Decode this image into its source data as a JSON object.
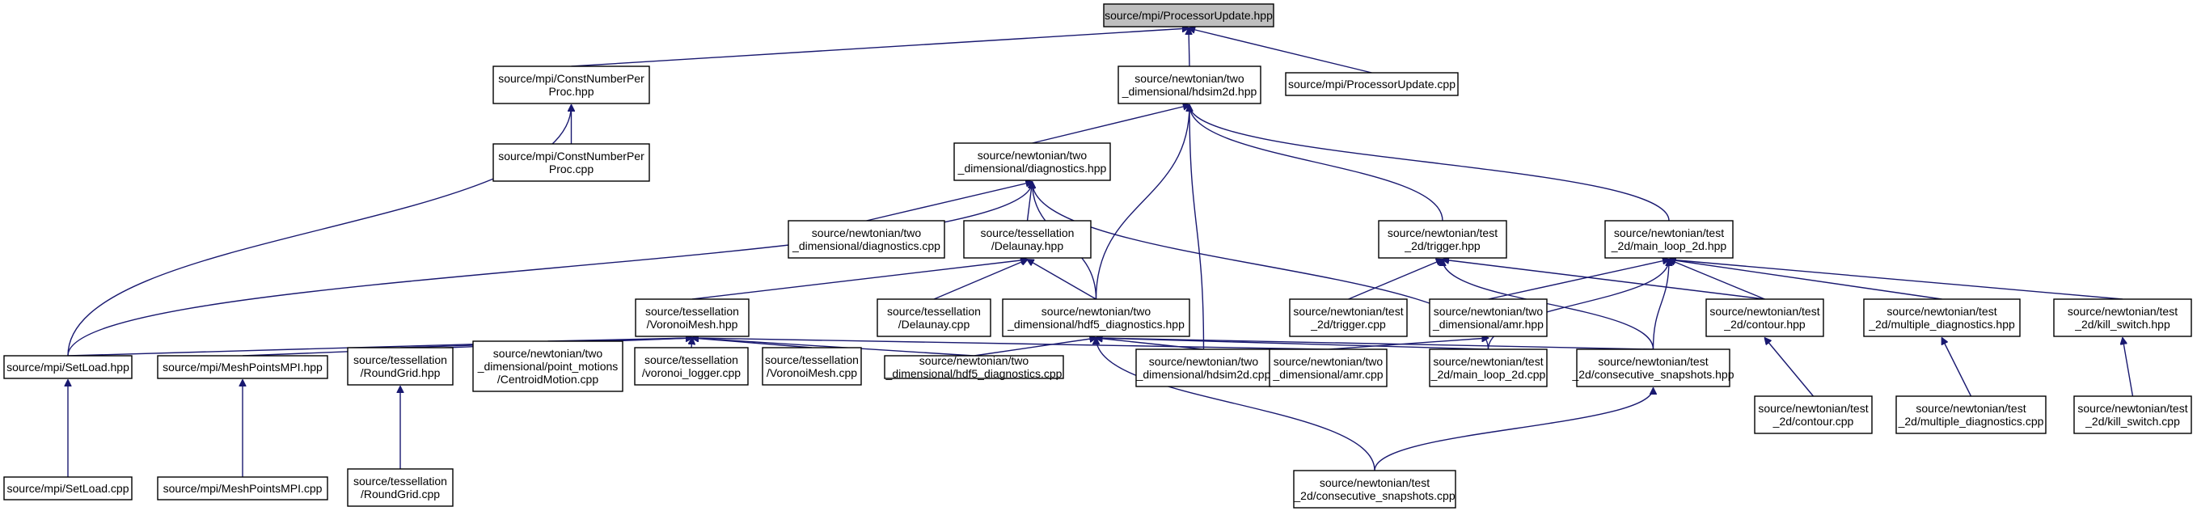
{
  "colors": {
    "edge": "#191970",
    "root_fill": "#bfbfbf",
    "node_fill": "#ffffff",
    "border": "#000000"
  },
  "nodes": {
    "n0": {
      "lines": [
        "source/mpi/ProcessorUpdate.hpp"
      ],
      "root": true
    },
    "n1": {
      "lines": [
        "source/mpi/ConstNumberPer",
        "Proc.hpp"
      ]
    },
    "n2": {
      "lines": [
        "source/newtonian/two",
        "_dimensional/hdsim2d.hpp"
      ]
    },
    "n3": {
      "lines": [
        "source/mpi/ProcessorUpdate.cpp"
      ]
    },
    "n4": {
      "lines": [
        "source/mpi/ConstNumberPer",
        "Proc.cpp"
      ]
    },
    "n5": {
      "lines": [
        "source/newtonian/two",
        "_dimensional/diagnostics.hpp"
      ]
    },
    "n6": {
      "lines": [
        "source/newtonian/two",
        "_dimensional/diagnostics.cpp"
      ]
    },
    "n7": {
      "lines": [
        "source/tessellation",
        "/Delaunay.hpp"
      ]
    },
    "n8": {
      "lines": [
        "source/newtonian/test",
        "_2d/trigger.hpp"
      ]
    },
    "n9": {
      "lines": [
        "source/newtonian/test",
        "_2d/main_loop_2d.hpp"
      ]
    },
    "n10": {
      "lines": [
        "source/tessellation",
        "/VoronoiMesh.hpp"
      ]
    },
    "n11": {
      "lines": [
        "source/tessellation",
        "/Delaunay.cpp"
      ]
    },
    "n12": {
      "lines": [
        "source/newtonian/two",
        "_dimensional/hdf5_diagnostics.hpp"
      ]
    },
    "n13": {
      "lines": [
        "source/newtonian/test",
        "_2d/trigger.cpp"
      ]
    },
    "n14": {
      "lines": [
        "source/newtonian/two",
        "_dimensional/amr.hpp"
      ]
    },
    "n15": {
      "lines": [
        "source/newtonian/test",
        "_2d/contour.hpp"
      ]
    },
    "n16": {
      "lines": [
        "source/newtonian/test",
        "_2d/multiple_diagnostics.hpp"
      ]
    },
    "n17": {
      "lines": [
        "source/newtonian/test",
        "_2d/kill_switch.hpp"
      ]
    },
    "n18": {
      "lines": [
        "source/mpi/SetLoad.hpp"
      ]
    },
    "n19": {
      "lines": [
        "source/mpi/MeshPointsMPI.hpp"
      ]
    },
    "n20": {
      "lines": [
        "source/tessellation",
        "/RoundGrid.hpp"
      ]
    },
    "n21": {
      "lines": [
        "source/newtonian/two",
        "_dimensional/point_motions",
        "/CentroidMotion.cpp"
      ]
    },
    "n22": {
      "lines": [
        "source/tessellation",
        "/voronoi_logger.cpp"
      ]
    },
    "n23": {
      "lines": [
        "source/tessellation",
        "/VoronoiMesh.cpp"
      ]
    },
    "n24": {
      "lines": [
        "source/newtonian/two",
        "_dimensional/hdf5_diagnostics.cpp"
      ]
    },
    "n25": {
      "lines": [
        "source/newtonian/two",
        "_dimensional/hdsim2d.cpp"
      ]
    },
    "n26": {
      "lines": [
        "source/newtonian/two",
        "_dimensional/amr.cpp"
      ]
    },
    "n27": {
      "lines": [
        "source/newtonian/test",
        "_2d/main_loop_2d.cpp"
      ]
    },
    "n28": {
      "lines": [
        "source/newtonian/test",
        "_2d/consecutive_snapshots.hpp"
      ]
    },
    "n29": {
      "lines": [
        "source/newtonian/test",
        "_2d/contour.cpp"
      ]
    },
    "n30": {
      "lines": [
        "source/newtonian/test",
        "_2d/multiple_diagnostics.cpp"
      ]
    },
    "n31": {
      "lines": [
        "source/newtonian/test",
        "_2d/kill_switch.cpp"
      ]
    },
    "n32": {
      "lines": [
        "source/mpi/SetLoad.cpp"
      ]
    },
    "n33": {
      "lines": [
        "source/mpi/MeshPointsMPI.cpp"
      ]
    },
    "n34": {
      "lines": [
        "source/tessellation",
        "/RoundGrid.cpp"
      ]
    },
    "n35": {
      "lines": [
        "source/newtonian/test",
        "_2d/consecutive_snapshots.cpp"
      ]
    }
  },
  "edges": [
    [
      "n1",
      "n0"
    ],
    [
      "n2",
      "n0"
    ],
    [
      "n3",
      "n0"
    ],
    [
      "n4",
      "n1"
    ],
    [
      "n18",
      "n1"
    ],
    [
      "n5",
      "n2"
    ],
    [
      "n12",
      "n2"
    ],
    [
      "n25",
      "n2"
    ],
    [
      "n8",
      "n2"
    ],
    [
      "n9",
      "n2"
    ],
    [
      "n6",
      "n5"
    ],
    [
      "n7",
      "n5"
    ],
    [
      "n18",
      "n5"
    ],
    [
      "n12",
      "n5"
    ],
    [
      "n27",
      "n5"
    ],
    [
      "n10",
      "n7"
    ],
    [
      "n11",
      "n7"
    ],
    [
      "n12",
      "n7"
    ],
    [
      "n13",
      "n8"
    ],
    [
      "n15",
      "n8"
    ],
    [
      "n28",
      "n8"
    ],
    [
      "n14",
      "n9"
    ],
    [
      "n15",
      "n9"
    ],
    [
      "n16",
      "n9"
    ],
    [
      "n17",
      "n9"
    ],
    [
      "n27",
      "n9"
    ],
    [
      "n28",
      "n9"
    ],
    [
      "n18",
      "n10"
    ],
    [
      "n19",
      "n10"
    ],
    [
      "n20",
      "n10"
    ],
    [
      "n21",
      "n10"
    ],
    [
      "n22",
      "n10"
    ],
    [
      "n23",
      "n10"
    ],
    [
      "n24",
      "n10"
    ],
    [
      "n26",
      "n10"
    ],
    [
      "n24",
      "n12"
    ],
    [
      "n25",
      "n12"
    ],
    [
      "n27",
      "n12"
    ],
    [
      "n28",
      "n12"
    ],
    [
      "n35",
      "n12"
    ],
    [
      "n26",
      "n14"
    ],
    [
      "n29",
      "n15"
    ],
    [
      "n30",
      "n16"
    ],
    [
      "n31",
      "n17"
    ],
    [
      "n32",
      "n18"
    ],
    [
      "n33",
      "n19"
    ],
    [
      "n34",
      "n20"
    ],
    [
      "n35",
      "n28"
    ]
  ]
}
